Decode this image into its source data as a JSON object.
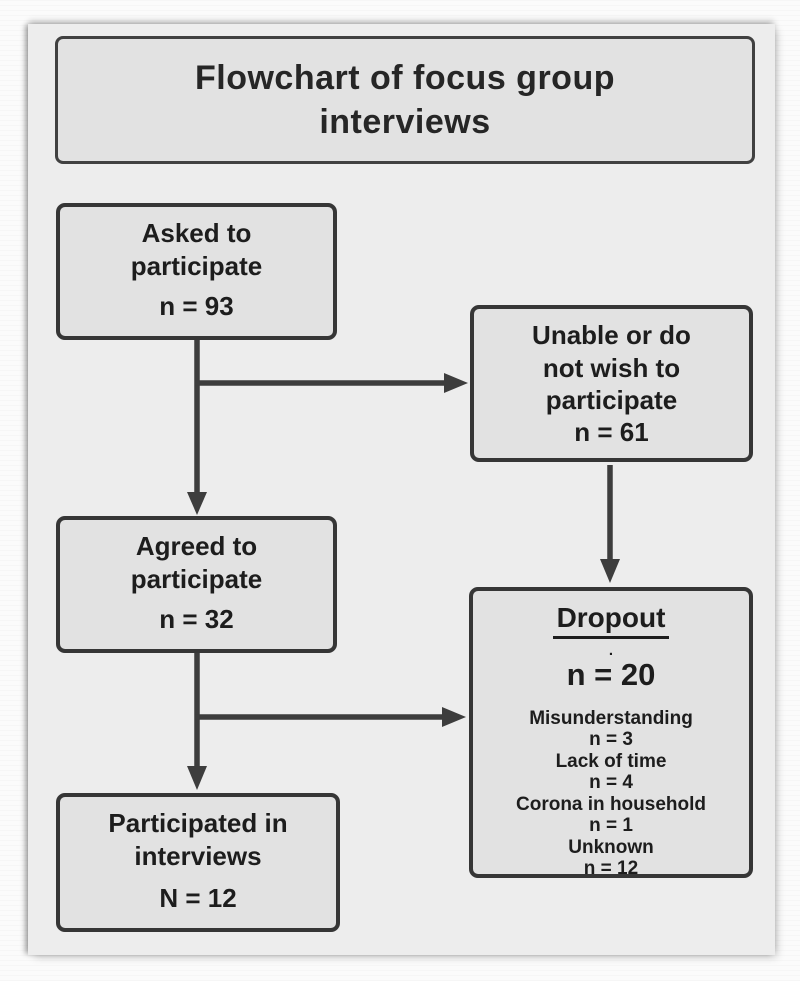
{
  "title": {
    "text": "Flowchart of focus group\ninterviews"
  },
  "flow": {
    "asked": {
      "heading": "Asked to\nparticipate",
      "count": "n = 93"
    },
    "unable": {
      "heading": "Unable or do\nnot wish to\nparticipate",
      "count": "n = 61"
    },
    "agreed": {
      "heading": "Agreed to\nparticipate",
      "count": "n = 32"
    },
    "dropout": {
      "heading": "Dropout",
      "dot": ".",
      "count": "n = 20",
      "reasons": [
        {
          "label": "Misunderstanding",
          "count": "n = 3"
        },
        {
          "label": "Lack of time",
          "count": "n = 4"
        },
        {
          "label": "Corona in household",
          "count": "n = 1"
        },
        {
          "label": "Unknown",
          "count": "n = 12"
        }
      ]
    },
    "participated": {
      "heading": "Participated in\ninterviews",
      "count": "N = 12"
    }
  },
  "colors": {
    "box_fill": "#e2e2e2",
    "box_border": "#363636",
    "arrow": "#3d3d3d",
    "canvas": "#ededed",
    "text": "#1d1d1d"
  }
}
